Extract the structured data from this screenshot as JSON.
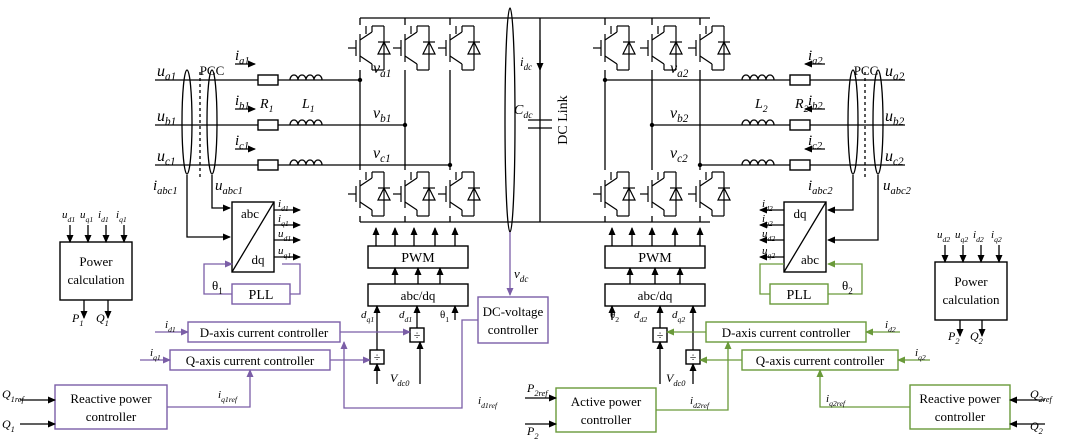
{
  "colors": {
    "black": "#000000",
    "purple": "#7b5ea7",
    "green": "#6a9a3a"
  },
  "left": {
    "pcc": "PCC",
    "grid": [
      {
        "u": "u",
        "s": "a1",
        "i": "i",
        "is": "a1",
        "v": "v",
        "vs": "a1"
      },
      {
        "u": "u",
        "s": "b1",
        "i": "i",
        "is": "b1",
        "v": "v",
        "vs": "b1"
      },
      {
        "u": "u",
        "s": "c1",
        "i": "i",
        "is": "c1",
        "v": "v",
        "vs": "c1"
      }
    ],
    "R": "R",
    "Rs": "1",
    "L": "L",
    "Ls": "1",
    "iabc": "i",
    "iabc_s": "abc1",
    "uabc": "u",
    "uabc_s": "abc1",
    "transform": {
      "top": "abc",
      "bottom": "dq"
    },
    "outputs": [
      {
        "n": "i",
        "s": "d1"
      },
      {
        "n": "i",
        "s": "q1"
      },
      {
        "n": "u",
        "s": "d1"
      },
      {
        "n": "u",
        "s": "q1"
      }
    ],
    "theta": "θ",
    "theta_s": "1",
    "pll": "PLL",
    "power_calc": {
      "line1": "Power",
      "line2": "calculation"
    },
    "power_inputs": [
      {
        "n": "u",
        "s": "d1"
      },
      {
        "n": "u",
        "s": "q1"
      },
      {
        "n": "i",
        "s": "d1"
      },
      {
        "n": "i",
        "s": "q1"
      }
    ],
    "power_outputs": [
      {
        "n": "P",
        "s": "1"
      },
      {
        "n": "Q",
        "s": "1"
      }
    ],
    "d_ctrl": "D-axis current controller",
    "q_ctrl": "Q-axis current controller",
    "id_in": {
      "n": "i",
      "s": "d1"
    },
    "iq_in": {
      "n": "i",
      "s": "q1"
    },
    "reactive": {
      "line1": "Reactive power",
      "line2": "controller"
    },
    "Qref": {
      "n": "Q",
      "s": "1ref"
    },
    "Q": {
      "n": "Q",
      "s": "1"
    },
    "iq_ref": {
      "n": "i",
      "s": "q1ref"
    },
    "id_ref": {
      "n": "i",
      "s": "d1ref"
    },
    "dq": {
      "n": "d",
      "s": "q1"
    },
    "dd": {
      "n": "d",
      "s": "d1"
    },
    "vdc0": {
      "n": "V",
      "s": "dc0"
    },
    "pwm": "PWM",
    "abcdq": "abc/dq",
    "div": "÷"
  },
  "center": {
    "idc": {
      "n": "i",
      "s": "dc"
    },
    "cdc": {
      "n": "C",
      "s": "dc"
    },
    "link": "DC Link",
    "vdc": {
      "n": "v",
      "s": "dc"
    },
    "dcv": {
      "line1": "DC-voltage",
      "line2": "controller"
    }
  },
  "right": {
    "pcc": "PCC",
    "grid": [
      {
        "u": "u",
        "s": "a2",
        "i": "i",
        "is": "a2",
        "v": "v",
        "vs": "a2"
      },
      {
        "u": "u",
        "s": "b2",
        "i": "i",
        "is": "b2",
        "v": "v",
        "vs": "b2"
      },
      {
        "u": "u",
        "s": "c2",
        "i": "i",
        "is": "c2",
        "v": "v",
        "vs": "c2"
      }
    ],
    "R": "R",
    "Rs": "2",
    "L": "L",
    "Ls": "2",
    "iabc": "i",
    "iabc_s": "abc2",
    "uabc": "u",
    "uabc_s": "abc2",
    "transform": {
      "top": "dq",
      "bottom": "abc"
    },
    "outputs": [
      {
        "n": "i",
        "s": "d2"
      },
      {
        "n": "i",
        "s": "q2"
      },
      {
        "n": "u",
        "s": "d2"
      },
      {
        "n": "u",
        "s": "q2"
      }
    ],
    "theta": "θ",
    "theta_s": "2",
    "pll": "PLL",
    "power_calc": {
      "line1": "Power",
      "line2": "calculation"
    },
    "power_inputs": [
      {
        "n": "u",
        "s": "d2"
      },
      {
        "n": "u",
        "s": "q2"
      },
      {
        "n": "i",
        "s": "d2"
      },
      {
        "n": "i",
        "s": "q2"
      }
    ],
    "power_outputs": [
      {
        "n": "P",
        "s": "2"
      },
      {
        "n": "Q",
        "s": "2"
      }
    ],
    "d_ctrl": "D-axis current controller",
    "q_ctrl": "Q-axis current controller",
    "id_in": {
      "n": "i",
      "s": "d2"
    },
    "iq_in": {
      "n": "i",
      "s": "q2"
    },
    "reactive": {
      "line1": "Reactive power",
      "line2": "controller"
    },
    "active": {
      "line1": "Active power",
      "line2": "controller"
    },
    "Qref": {
      "n": "Q",
      "s": "2ref"
    },
    "Q": {
      "n": "Q",
      "s": "2"
    },
    "Pref": {
      "n": "P",
      "s": "2ref"
    },
    "P": {
      "n": "P",
      "s": "2"
    },
    "iq_ref": {
      "n": "i",
      "s": "q2ref"
    },
    "id_ref": {
      "n": "i",
      "s": "d2ref"
    },
    "dd": {
      "n": "d",
      "s": "d2"
    },
    "dq": {
      "n": "d",
      "s": "q2"
    },
    "vdc0": {
      "n": "V",
      "s": "dc0"
    },
    "pwm": "PWM",
    "abcdq": "abc/dq",
    "div": "÷"
  }
}
